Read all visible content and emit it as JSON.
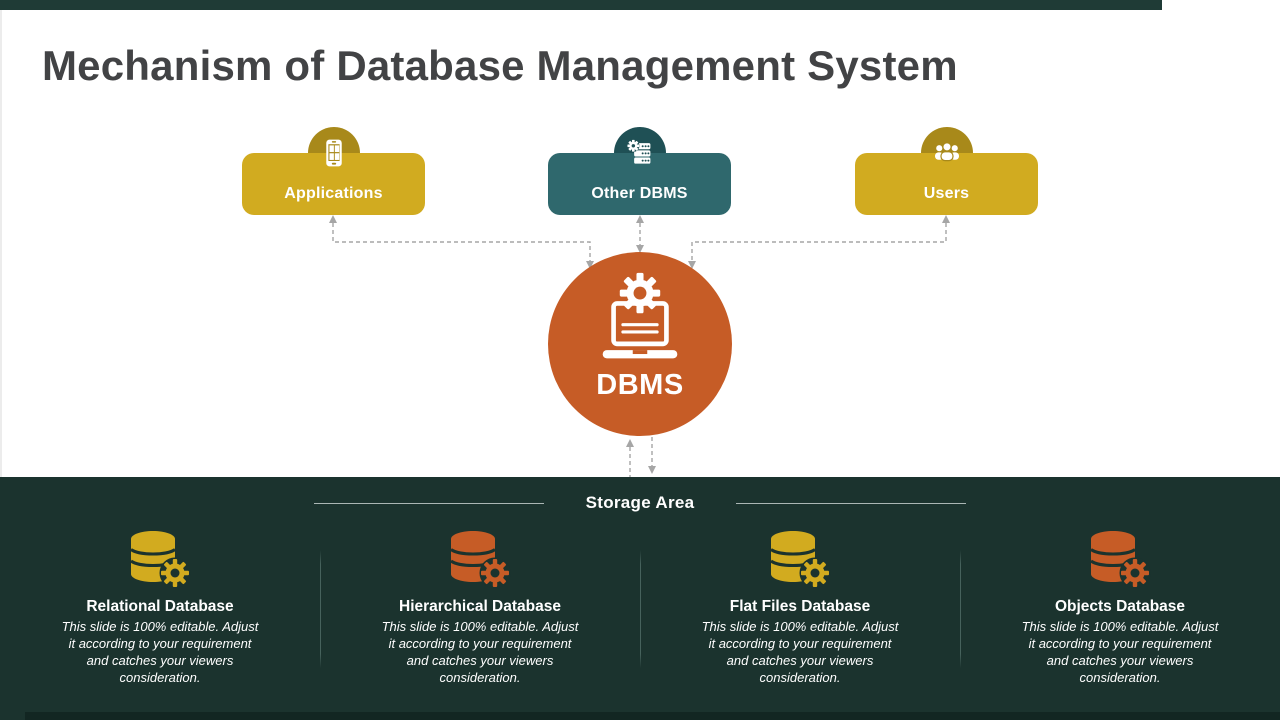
{
  "slide_title": "Mechanism of Database Management System",
  "top_nodes": [
    {
      "label": "Applications",
      "icon": "smartphone-apps-icon",
      "box_color": "#d1ab20",
      "badge_color": "#a8891a"
    },
    {
      "label": "Other DBMS",
      "icon": "database-server-gear-icon",
      "box_color": "#2f686d",
      "badge_color": "#1f5055"
    },
    {
      "label": "Users",
      "icon": "users-group-icon",
      "box_color": "#d1ab20",
      "badge_color": "#a8891a"
    }
  ],
  "center_node": {
    "label": "DBMS",
    "icon": "laptop-gear-icon",
    "color": "#c65c26"
  },
  "storage_area": {
    "heading": "Storage Area",
    "items": [
      {
        "title": "Relational Database",
        "icon": "database-gear-icon",
        "icon_color": "#d2ab1f",
        "description": "This slide is 100% editable. Adjust it according to your requirement and catches your viewers consideration."
      },
      {
        "title": "Hierarchical Database",
        "icon": "database-gear-icon",
        "icon_color": "#c65c26",
        "description": "This slide is 100% editable. Adjust it according to your requirement and catches your viewers consideration."
      },
      {
        "title": "Flat Files Database",
        "icon": "database-gear-icon",
        "icon_color": "#d2ab1f",
        "description": "This slide is 100% editable. Adjust it according to your requirement and catches your viewers consideration."
      },
      {
        "title": "Objects Database",
        "icon": "database-gear-icon",
        "icon_color": "#c65c26",
        "description": "This slide is 100% editable. Adjust it according to your requirement and catches your viewers consideration."
      }
    ]
  },
  "colors": {
    "gold": "#d1ab20",
    "gold_dark": "#a8891a",
    "teal": "#2f686d",
    "teal_dark": "#1f5055",
    "orange": "#c65c26",
    "band_background": "#1b332e",
    "top_bar": "#1f3b36",
    "bottom_strip": "#122622",
    "title_text": "#424345",
    "connector": "#a6a6a6"
  }
}
